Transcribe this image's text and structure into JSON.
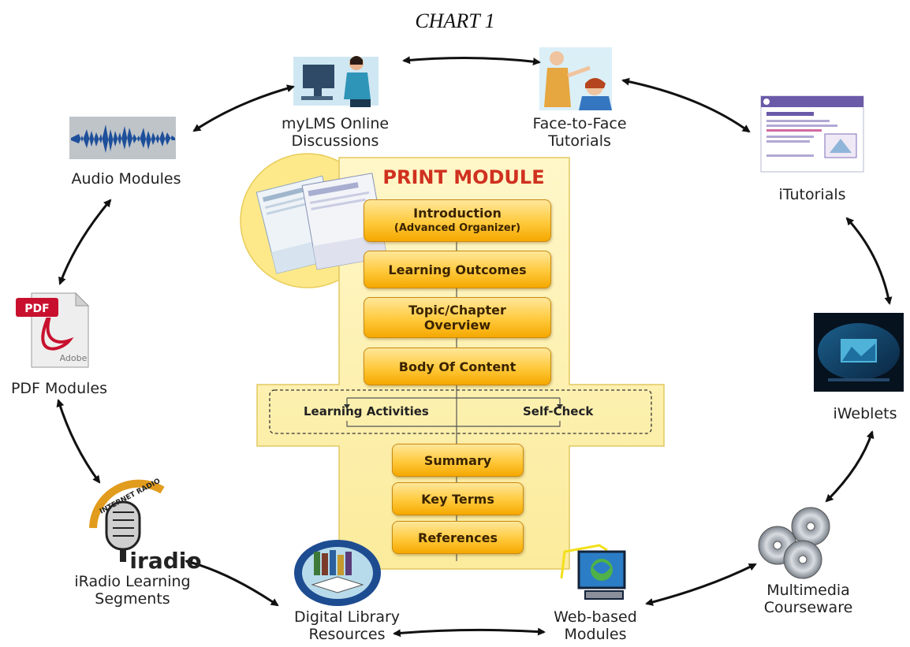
{
  "title": "CHART 1",
  "print_module": {
    "heading": "PRINT MODULE",
    "intro_line1": "Introduction",
    "intro_line2": "(Advanced Organizer)",
    "outcomes": "Learning Outcomes",
    "overview_line1": "Topic/Chapter",
    "overview_line2": "Overview",
    "body": "Body Of Content",
    "activities": "Learning Activities",
    "selfcheck": "Self-Check",
    "summary": "Summary",
    "keyterms": "Key Terms",
    "references": "References"
  },
  "nodes": {
    "mylms": [
      "myLMS Online",
      "Discussions"
    ],
    "f2f": [
      "Face-to-Face",
      "Tutorials"
    ],
    "audio": [
      "Audio Modules"
    ],
    "itutorials": [
      "iTutorials"
    ],
    "pdf": [
      "PDF Modules"
    ],
    "iweblets": [
      "iWeblets"
    ],
    "iradio": [
      "iRadio Learning",
      "Segments"
    ],
    "multimedia": [
      "Multimedia",
      "Courseware"
    ],
    "library": [
      "Digital Library",
      "Resources"
    ],
    "web": [
      "Web-based",
      "Modules"
    ]
  },
  "icons": {
    "pdf_badge": "PDF",
    "pdf_brand": "Adobe",
    "radio_arc": "INTERNET RADIO",
    "radio_brand": "iradio"
  },
  "colors": {
    "print_panel": "#fdf3b8",
    "button_gold": "#ffc93b",
    "heading_red": "#d0311f",
    "arrow": "#111111"
  }
}
